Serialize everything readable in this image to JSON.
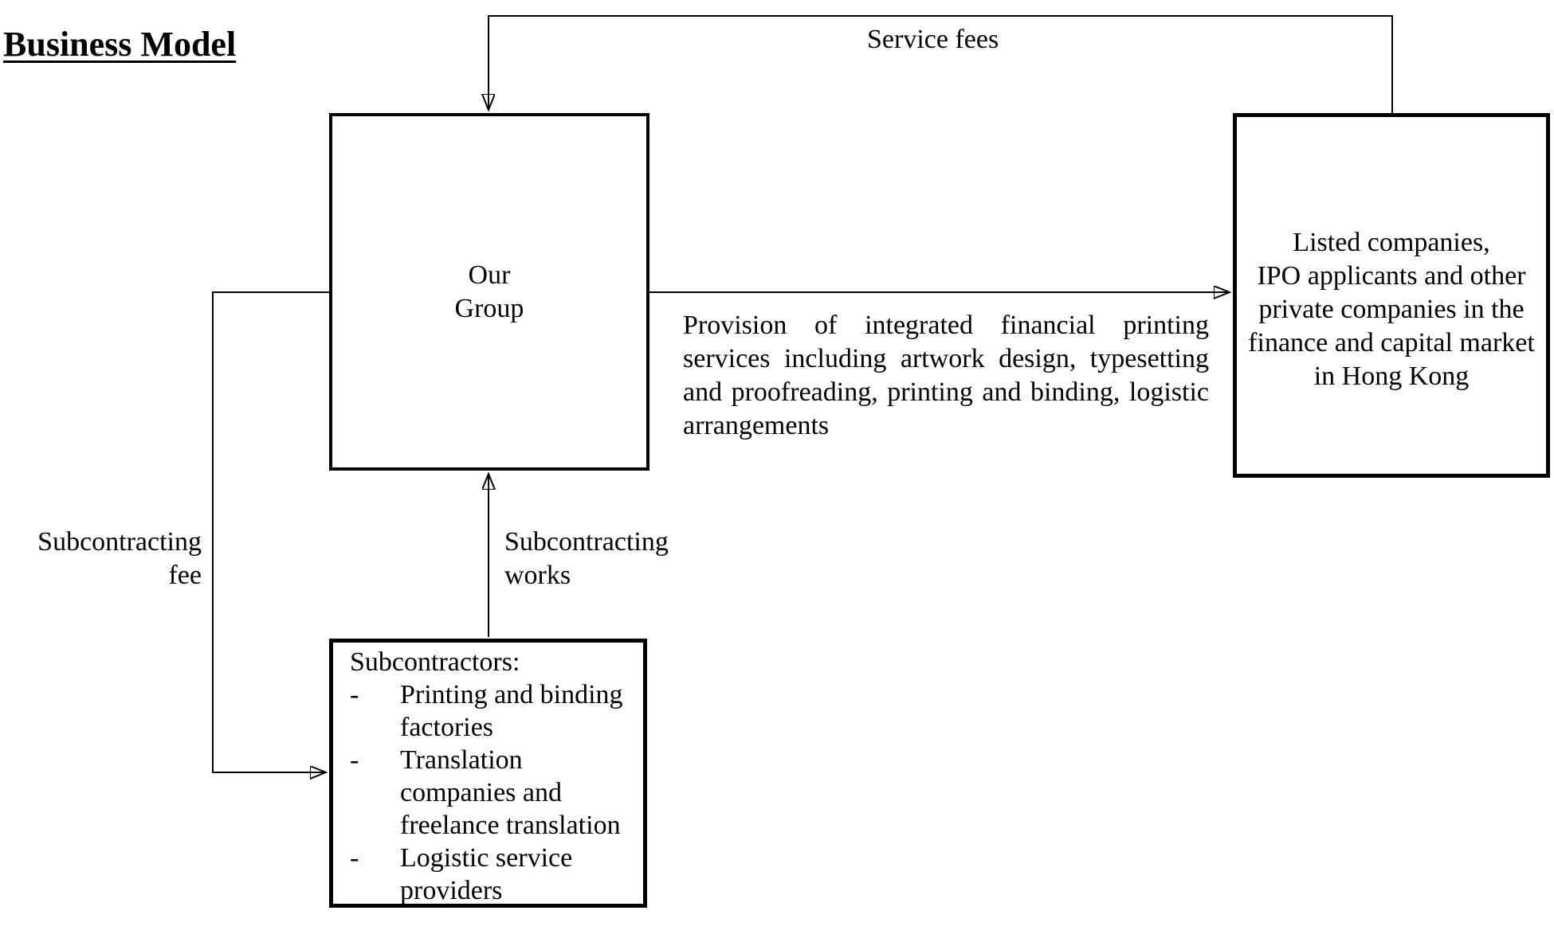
{
  "page": {
    "title": "Business Model",
    "background": "#ffffff",
    "ink": "#000000"
  },
  "nodes": {
    "our_group": {
      "label": "Our\nGroup"
    },
    "clients": {
      "label": "Listed companies,\nIPO applicants and other\nprivate companies in the\nfinance and capital market\nin Hong Kong"
    },
    "subcontractors": {
      "heading": "Subcontractors:",
      "bullet": "-",
      "items": [
        "Printing and binding\nfactories",
        "Translation\ncompanies and\nfreelance translation",
        "Logistic service\nproviders"
      ]
    }
  },
  "edges": {
    "service_fees": {
      "label": "Service fees",
      "from": "clients",
      "to": "our_group"
    },
    "provision": {
      "label": "Provision of integrated financial printing services including artwork design, typesetting and proofreading, printing and binding, logistic arrangements",
      "from": "our_group",
      "to": "clients"
    },
    "subcontracting_fee": {
      "label": "Subcontracting\nfee",
      "from": "our_group",
      "to": "subcontractors"
    },
    "subcontracting_works": {
      "label": "Subcontracting\nworks",
      "from": "subcontractors",
      "to": "our_group"
    }
  }
}
